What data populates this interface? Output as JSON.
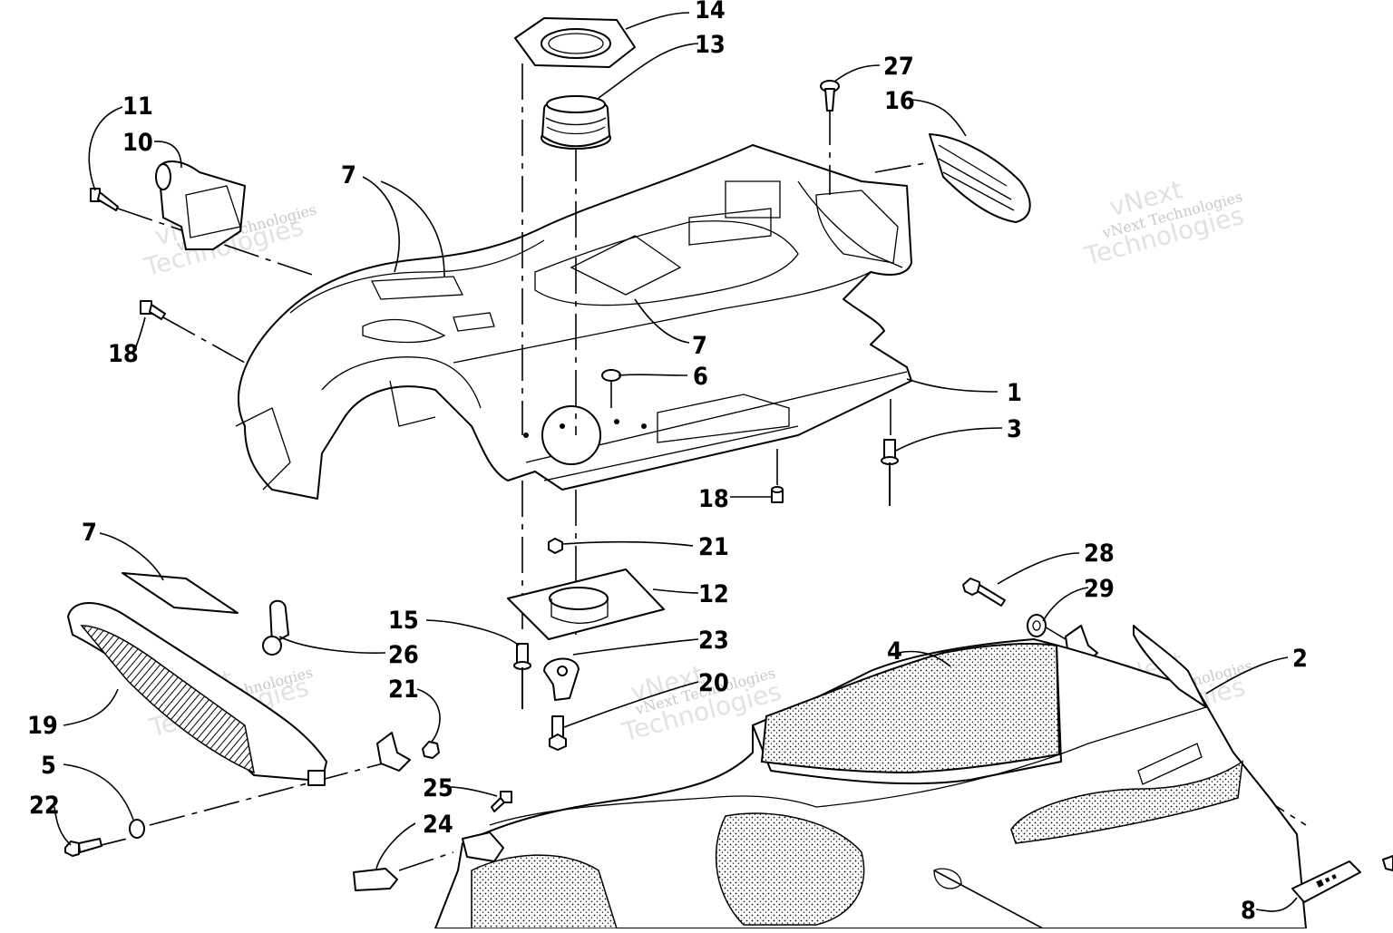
{
  "watermark": {
    "line1": "vNext Technologies",
    "line2_a": "vNext",
    "line2_b": "Technologies"
  },
  "callouts": [
    "14",
    "13",
    "27",
    "16",
    "11",
    "10",
    "7",
    "7",
    "18",
    "6",
    "1",
    "3",
    "18",
    "21",
    "12",
    "7",
    "28",
    "29",
    "15",
    "26",
    "23",
    "2",
    "4",
    "21",
    "20",
    "19",
    "5",
    "25",
    "22",
    "24",
    "8"
  ]
}
